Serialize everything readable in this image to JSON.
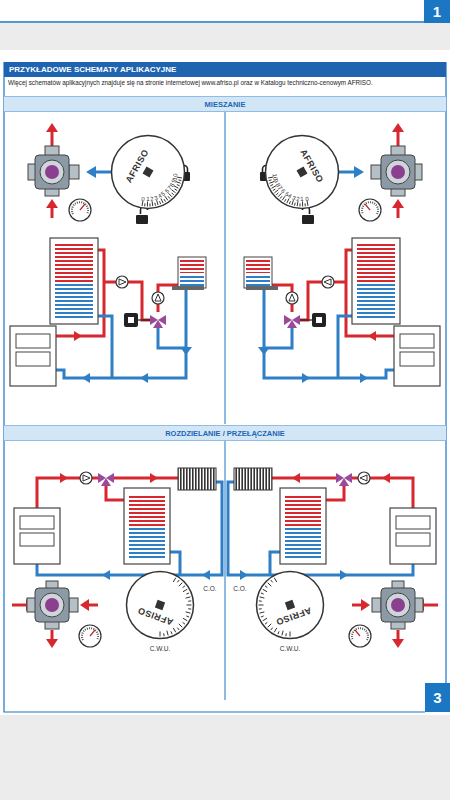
{
  "diagram": {
    "title": "PRZYKŁADOWE SCHEMATY APLIKACYJNE",
    "nodes": [
      {
        "text": [
          "1"
        ]
      },
      {
        "text": [
          "MIESZANIE"
        ]
      },
      {
        "text": [
          "AFRISO"
        ]
      },
      {
        "text": [
          "AFRISO"
        ]
      },
      {
        "text": [
          "ROZDZIELANIE / PRZEŁĄCZANIE"
        ]
      },
      {
        "text": [
          "AFRISO"
        ]
      },
      {
        "text": [
          "AFRISO"
        ]
      },
      {
        "text": [
          "3"
        ]
      }
    ],
    "labels": [
      "Więcej schematów aplikacyjnych znajduje się na stronie internetowej www.afriso.pl oraz w Katalogu techniczno-cenowym AFRISO.",
      "0",
      "1",
      "2",
      "3",
      "4",
      "5",
      "6",
      "7",
      "8",
      "9",
      "10",
      "0",
      "1",
      "2",
      "3",
      "4",
      "5",
      "6",
      "7",
      "8",
      "9",
      "10",
      "C.O.",
      "C.W.U.",
      "C.O.",
      "C.W.U."
    ]
  }
}
